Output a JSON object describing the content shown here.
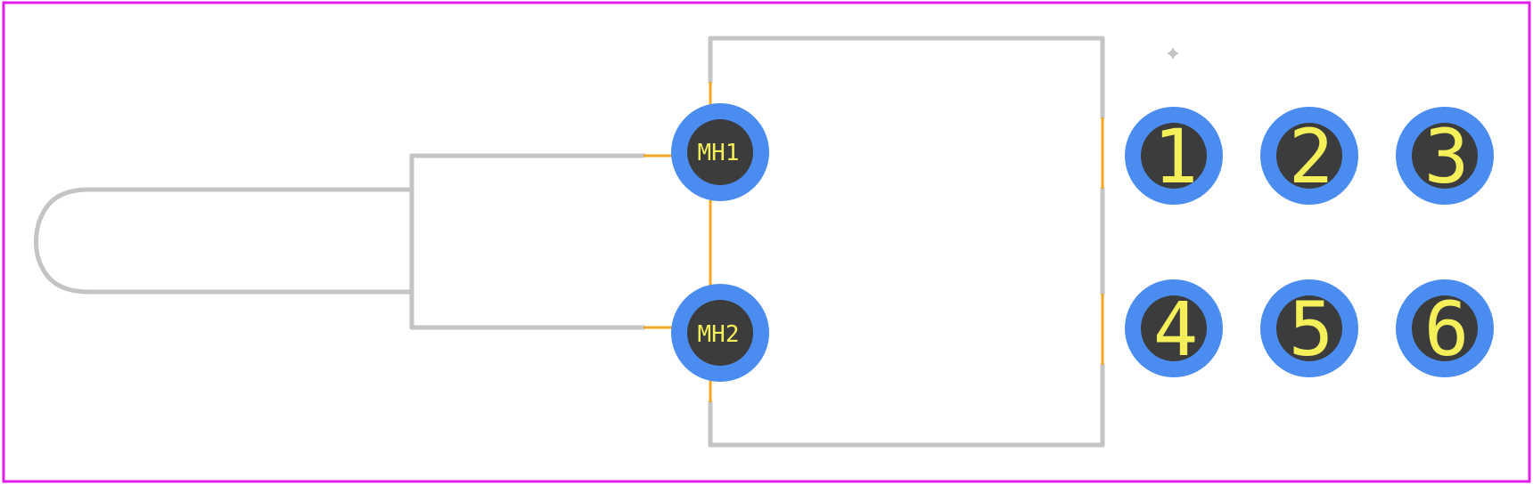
{
  "colors": {
    "border": "#e11ee6",
    "silkscreen": "#c4c4c4",
    "copper_ring": "#4a8cf0",
    "drill": "#3c3c3c",
    "label": "#f5f05a",
    "keepout": "#f5a623"
  },
  "mounting_holes": [
    {
      "label": "MH1"
    },
    {
      "label": "MH2"
    }
  ],
  "pins": [
    {
      "label": "1"
    },
    {
      "label": "2"
    },
    {
      "label": "3"
    },
    {
      "label": "4"
    },
    {
      "label": "5"
    },
    {
      "label": "6"
    }
  ]
}
